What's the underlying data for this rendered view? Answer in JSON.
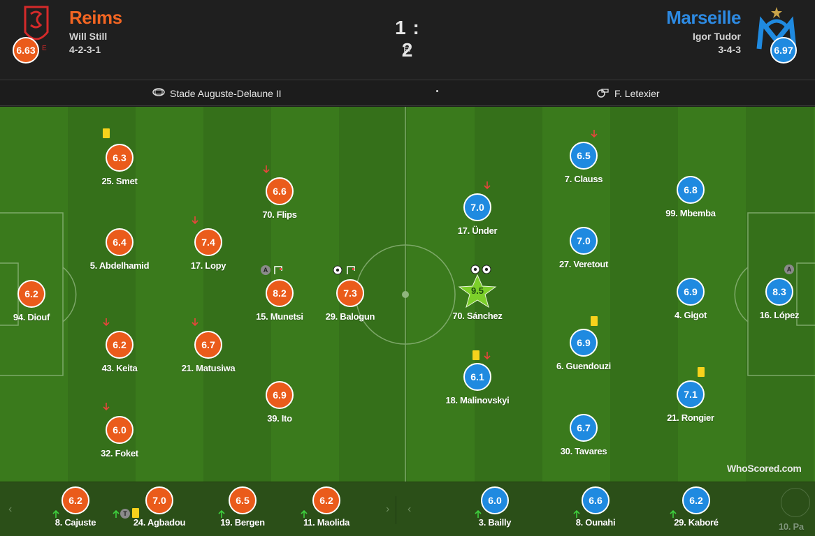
{
  "header": {
    "home": {
      "name": "Reims",
      "manager": "Will Still",
      "formation": "4-2-3-1",
      "rating": "6.63",
      "crest_icon": "reims-crest-icon",
      "color": "#f26522"
    },
    "away": {
      "name": "Marseille",
      "manager": "Igor Tudor",
      "formation": "3-4-3",
      "rating": "6.97",
      "crest_icon": "marseille-crest-icon",
      "color": "#2d8ae2"
    },
    "score": "1 : 2",
    "status": "FT"
  },
  "info": {
    "stadium": "Stade Auguste-Delaune II",
    "referee": "F. Letexier"
  },
  "home_players": [
    {
      "label": "25. Smet",
      "rating": "6.3"
    },
    {
      "label": "5. Abdelhamid",
      "rating": "6.4"
    },
    {
      "label": "94. Diouf",
      "rating": "6.2"
    },
    {
      "label": "43. Keita",
      "rating": "6.2"
    },
    {
      "label": "32. Foket",
      "rating": "6.0"
    },
    {
      "label": "17. Lopy",
      "rating": "7.4"
    },
    {
      "label": "21. Matusiwa",
      "rating": "6.7"
    },
    {
      "label": "70. Flips",
      "rating": "6.6"
    },
    {
      "label": "15. Munetsi",
      "rating": "8.2"
    },
    {
      "label": "39. Ito",
      "rating": "6.9"
    },
    {
      "label": "29. Balogun",
      "rating": "7.3"
    }
  ],
  "away_players": [
    {
      "label": "17. Ünder",
      "rating": "7.0"
    },
    {
      "label": "70. Sánchez",
      "rating": "9.5"
    },
    {
      "label": "18. Malinovskyi",
      "rating": "6.1"
    },
    {
      "label": "7. Clauss",
      "rating": "6.5"
    },
    {
      "label": "27. Veretout",
      "rating": "7.0"
    },
    {
      "label": "6. Guendouzi",
      "rating": "6.9"
    },
    {
      "label": "30. Tavares",
      "rating": "6.7"
    },
    {
      "label": "99. Mbemba",
      "rating": "6.8"
    },
    {
      "label": "4. Gigot",
      "rating": "6.9"
    },
    {
      "label": "21. Rongier",
      "rating": "7.1"
    },
    {
      "label": "16. López",
      "rating": "8.3"
    }
  ],
  "home_bench": [
    {
      "label": "8. Cajuste",
      "rating": "6.2"
    },
    {
      "label": "24. Agbadou",
      "rating": "7.0"
    },
    {
      "label": "19. Bergen",
      "rating": "6.5"
    },
    {
      "label": "11. Maolida",
      "rating": "6.2"
    }
  ],
  "away_bench": [
    {
      "label": "3. Bailly",
      "rating": "6.0"
    },
    {
      "label": "8. Ounahi",
      "rating": "6.6"
    },
    {
      "label": "29. Kaboré",
      "rating": "6.2"
    },
    {
      "label": "10. Pa",
      "rating": ""
    }
  ],
  "markers": {
    "captain": "A",
    "tactical": "T"
  },
  "branding": {
    "logo": "WhoScored.com"
  },
  "nav": {
    "prev": "‹",
    "next": "›"
  },
  "colors": {
    "home": "#ea5b1b",
    "away": "#1f8ae0",
    "yellow_card": "#f7d21c",
    "sub_in": "#3ed13e",
    "sub_out": "#e8453c",
    "man_of_match": "#7ccf2a"
  }
}
